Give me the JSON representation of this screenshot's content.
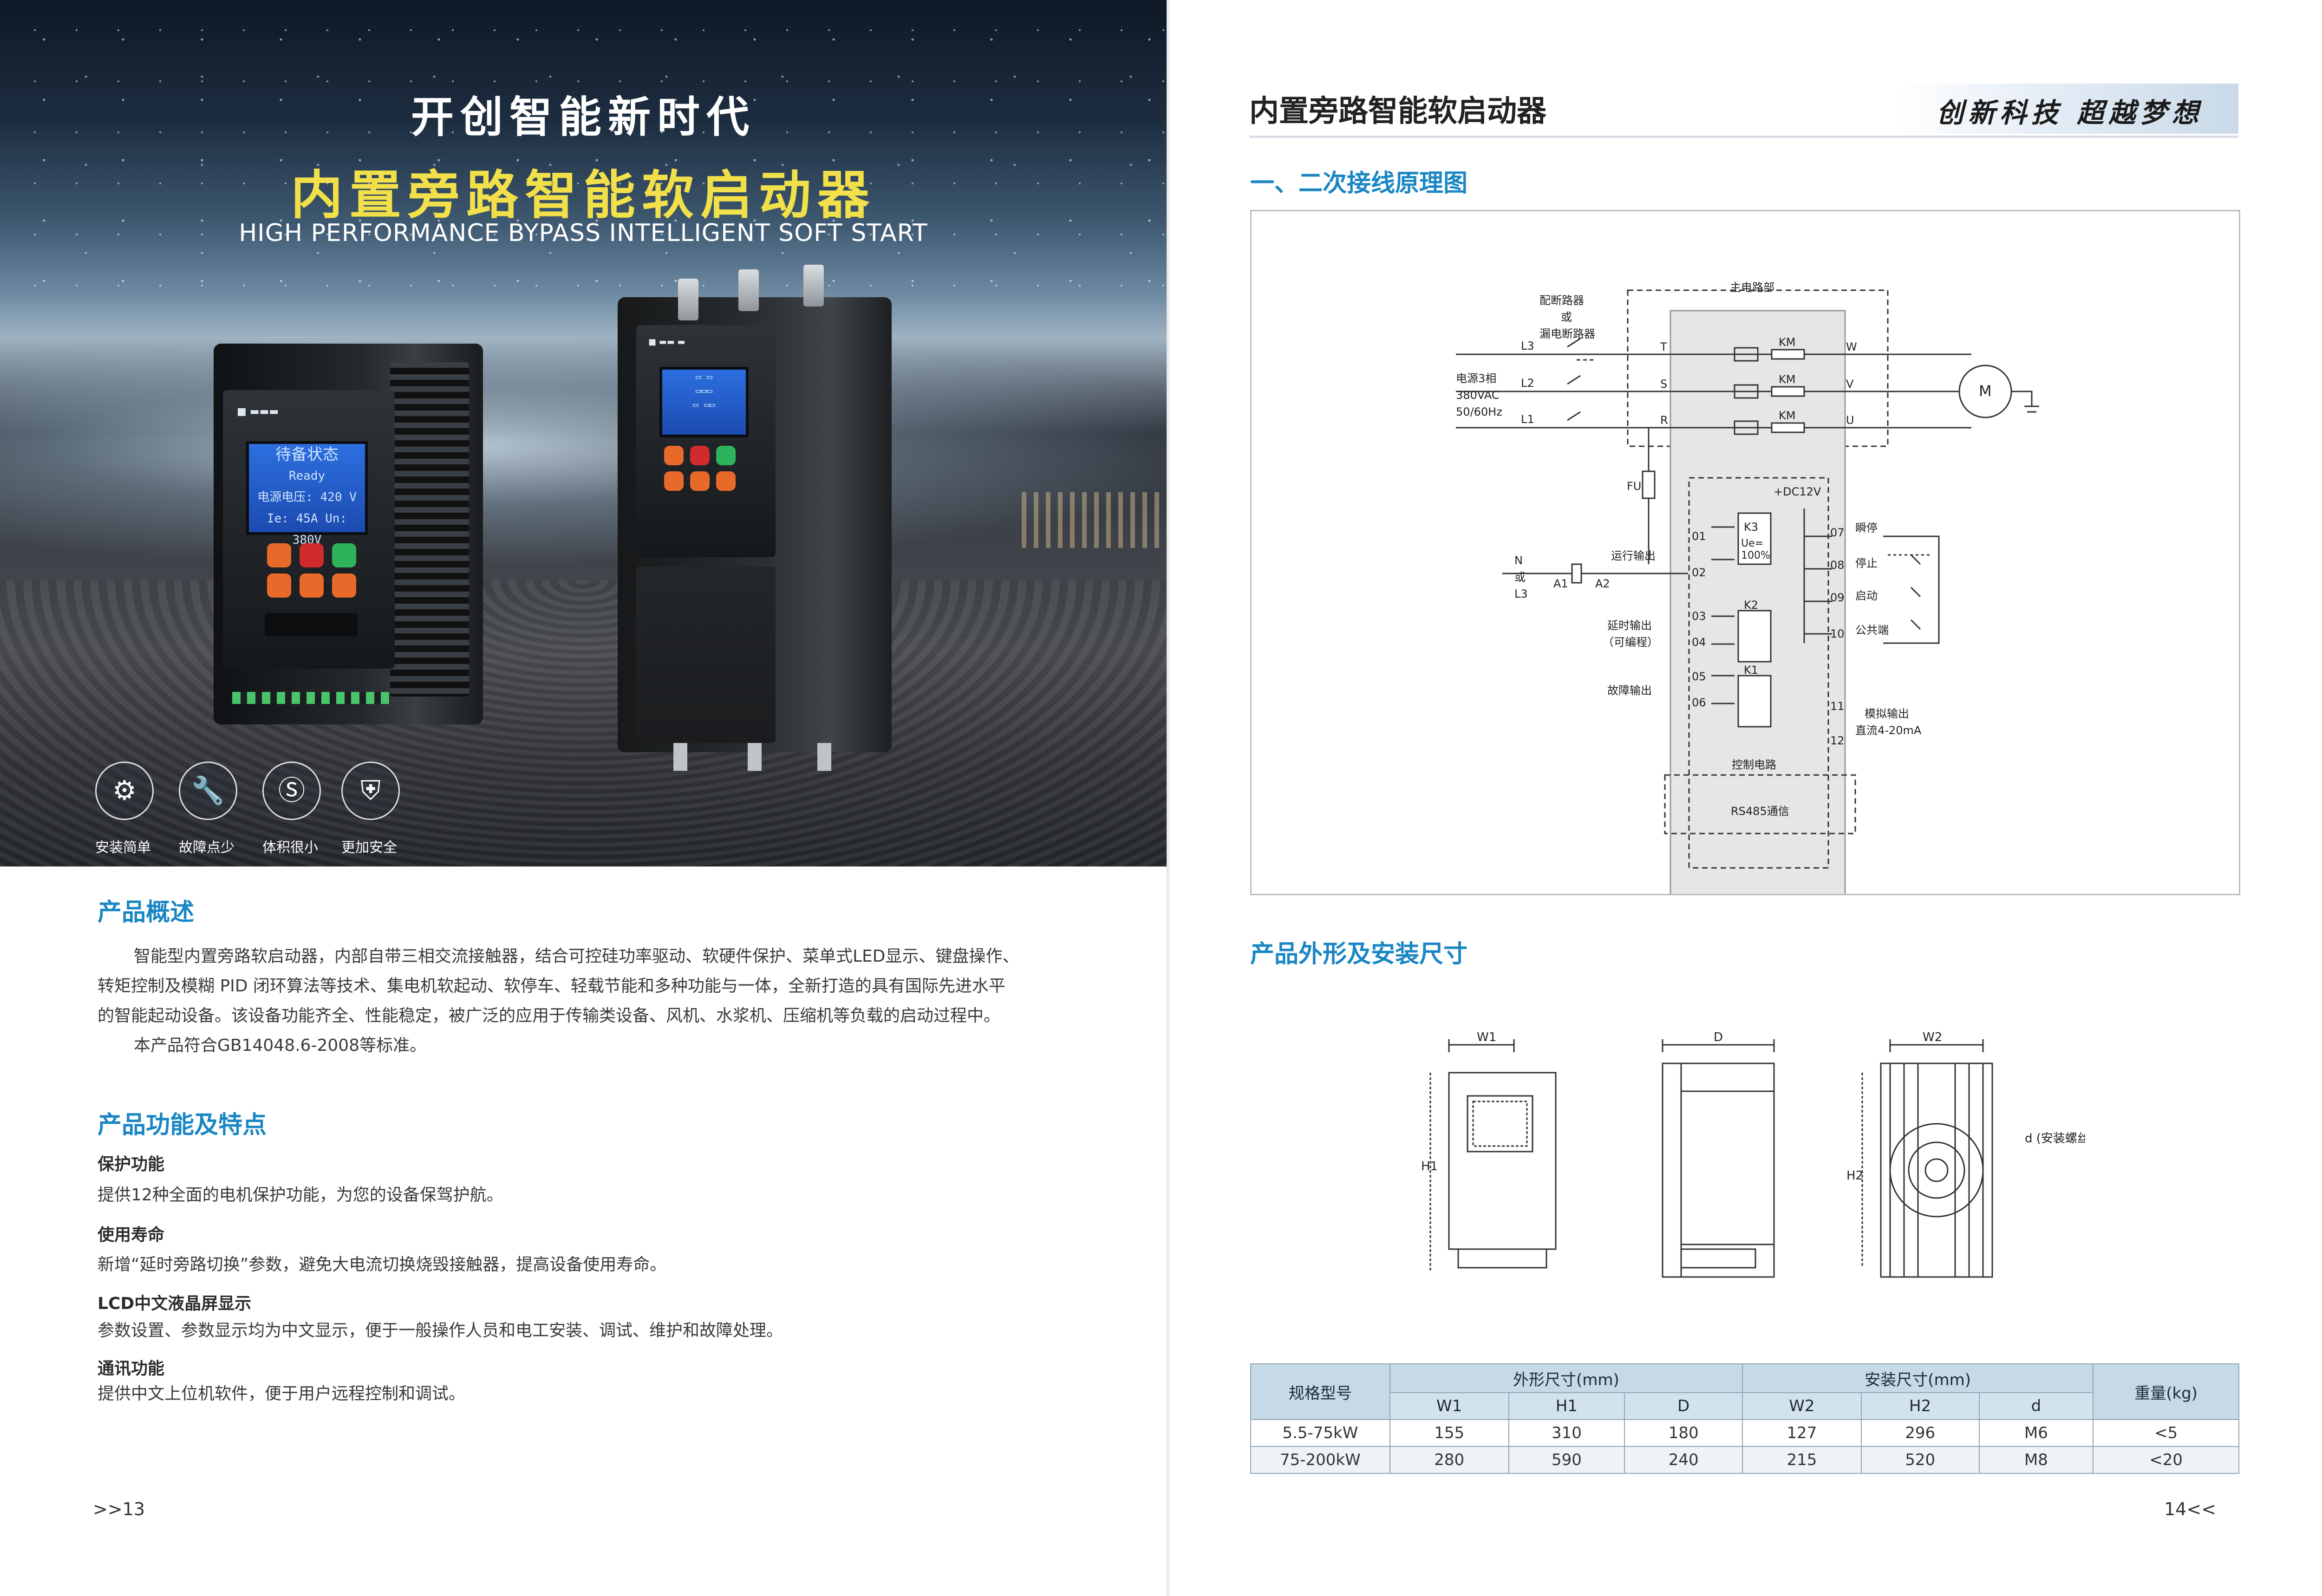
{
  "hero": {
    "title_cn_1": "开创智能新时代",
    "title_cn_2": "内置旁路智能软启动器",
    "title_en": "HIGH PERFORMANCE BYPASS INTELLIGENT SOFT START",
    "device_lcd": [
      "待备状态",
      "Ready",
      "电源电压: 420 V",
      "Ie: 45A Un: 380V"
    ],
    "features": [
      {
        "icon": "gears-icon",
        "label": "安装简单"
      },
      {
        "icon": "wrench-icon",
        "label": "故障点少"
      },
      {
        "icon": "s-badge-icon",
        "label": "体积很小"
      },
      {
        "icon": "shield-icon",
        "label": "更加安全"
      }
    ]
  },
  "overview": {
    "heading": "产品概述",
    "paragraph_lines": [
      "智能型内置旁路软启动器，内部自带三相交流接触器，结合可控硅功率驱动、软硬件保护、菜单式LED显示、键盘操作、",
      "转矩控制及模糊 PID 闭环算法等技术、集电机软起动、软停车、轻载节能和多种功能与一体，全新打造的具有国际先进水平",
      "的智能起动设备。该设备功能齐全、性能稳定，被广泛的应用于传输类设备、风机、水浆机、压缩机等负载的启动过程中。"
    ],
    "standard_line": "本产品符合GB14048.6-2008等标准。"
  },
  "features_section": {
    "heading": "产品功能及特点",
    "items": [
      {
        "title": "保护功能",
        "text": "提供12种全面的电机保护功能，为您的设备保驾护航。"
      },
      {
        "title": "使用寿命",
        "text": "新增“延时旁路切换”参数，避免大电流切换烧毁接触器，提高设备使用寿命。"
      },
      {
        "title": "LCD中文液晶屏显示",
        "text": "参数设置、参数显示均为中文显示，便于一般操作人员和电工安装、调试、维护和故障处理。"
      },
      {
        "title": "通讯功能",
        "text": "提供中文上位机软件，便于用户远程控制和调试。"
      }
    ]
  },
  "left_page_number": ">>13",
  "right_page": {
    "title": "内置旁路智能软启动器",
    "slogan": "创新科技  超越梦想",
    "wiring_heading": "一、二次接线原理图",
    "wiring": {
      "main_circuit": "主电路部",
      "breaker": [
        "配断路器",
        "或",
        "漏电断路器"
      ],
      "power": [
        "电源3相",
        "380VAC",
        "50/60Hz"
      ],
      "lines": [
        "L3",
        "L2",
        "L1"
      ],
      "in_terms": [
        "T",
        "S",
        "R"
      ],
      "out_terms": [
        "W",
        "V",
        "U"
      ],
      "km": "KM",
      "motor": "M",
      "fu": "FU",
      "dc12": "+DC12V",
      "n_or_l3": [
        "N",
        "或",
        "L3"
      ],
      "a1": "A1",
      "a2": "A2",
      "k3": "K3",
      "ue": [
        "Ue=",
        "100%"
      ],
      "k2": "K2",
      "k1": "K1",
      "run_out": "运行输出",
      "delay_out": [
        "延时输出",
        "（可编程）"
      ],
      "fault_out": "故障输出",
      "left_terms": [
        "01",
        "02",
        "03",
        "04",
        "05",
        "06"
      ],
      "right_terms": [
        "07",
        "08",
        "09",
        "10",
        "11",
        "12"
      ],
      "right_labels": [
        "瞬停",
        "停止",
        "启动",
        "公共端"
      ],
      "analog": [
        "模拟输出",
        "直流4-20mA"
      ],
      "control": "控制电路",
      "rs485": "RS485通信"
    },
    "dimension_heading": "产品外形及安装尺寸",
    "dimension_labels": {
      "w1": "W1",
      "h1": "H1",
      "d": "D",
      "w2": "W2",
      "h2": "H2",
      "d_install": "d (安装螺丝)"
    },
    "table": {
      "model_header": "规格型号",
      "outer_header": "外形尺寸(mm)",
      "install_header": "安装尺寸(mm)",
      "weight_header": "重量(kg)",
      "sub_headers": [
        "W1",
        "H1",
        "D",
        "W2",
        "H2",
        "d"
      ],
      "rows": [
        [
          "5.5-75kW",
          "155",
          "310",
          "180",
          "127",
          "296",
          "M6",
          "<5"
        ],
        [
          "75-200kW",
          "280",
          "590",
          "240",
          "215",
          "520",
          "M8",
          "<20"
        ]
      ]
    },
    "page_number": "14<<"
  }
}
